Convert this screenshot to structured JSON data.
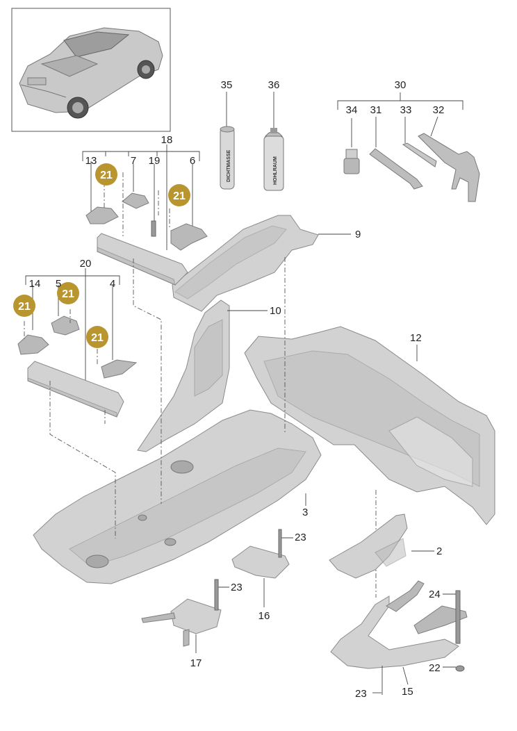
{
  "diagram": {
    "thumbnail": "car-rear-three-quarter-view",
    "badge_color": "#b8952f",
    "callouts": {
      "p2": "2",
      "p3": "3",
      "p4": "4",
      "p5": "5",
      "p6": "6",
      "p7": "7",
      "p9": "9",
      "p10": "10",
      "p12": "12",
      "p13": "13",
      "p14": "14",
      "p15": "15",
      "p16": "16",
      "p17": "17",
      "p18": "18",
      "p19": "19",
      "p20": "20",
      "p22": "22",
      "p23": "23",
      "p24": "24",
      "p30": "30",
      "p31": "31",
      "p32": "32",
      "p33": "33",
      "p34": "34",
      "p35": "35",
      "p36": "36"
    },
    "badge_label": "21",
    "can_labels": {
      "sealant": "DICHTMASSE",
      "cavity": "HOHLRAUM"
    }
  }
}
